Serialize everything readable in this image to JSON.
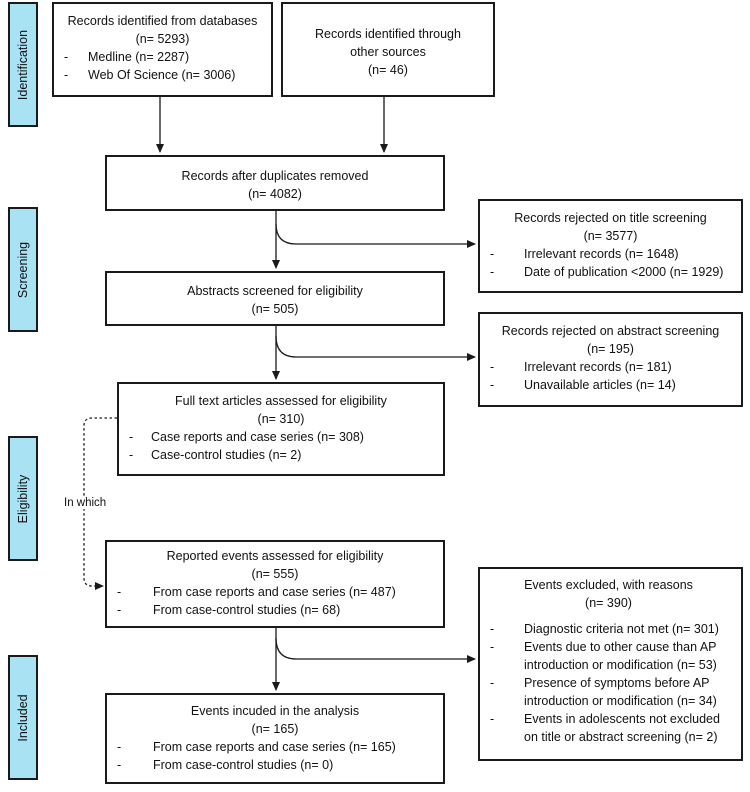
{
  "phases": [
    "Identification",
    "Screening",
    "Eligibility",
    "Included"
  ],
  "boxes": {
    "databases": {
      "lines": [
        "Records identified from databases",
        "(n= 5293)"
      ],
      "items": [
        "Medline (n= 2287)",
        "Web Of Science (n= 3006)"
      ]
    },
    "other_sources": {
      "lines": [
        "Records identified through",
        "other sources",
        "(n= 46)"
      ]
    },
    "after_duplicates": {
      "lines": [
        "Records after duplicates removed",
        "(n= 4082)"
      ]
    },
    "rejected_title": {
      "lines": [
        "Records rejected on title screening",
        "(n= 3577)"
      ],
      "items": [
        "Irrelevant records (n= 1648)",
        "Date of publication <2000 (n= 1929)"
      ]
    },
    "abstracts_screened": {
      "lines": [
        "Abstracts screened for eligibility",
        "(n= 505)"
      ]
    },
    "rejected_abstract": {
      "lines": [
        "Records rejected on abstract screening",
        "(n= 195)"
      ],
      "items": [
        "Irrelevant records (n= 181)",
        "Unavailable articles (n= 14)"
      ]
    },
    "full_text": {
      "lines": [
        "Full text articles assessed for eligibility",
        "(n= 310)"
      ],
      "items": [
        "Case reports and case series (n= 308)",
        "Case-control studies (n= 2)"
      ]
    },
    "reported_events": {
      "lines": [
        "Reported events assessed for eligibility",
        "(n= 555)"
      ],
      "items": [
        "From case reports and case series (n= 487)",
        "From case-control studies (n= 68)"
      ]
    },
    "events_excluded": {
      "lines": [
        "Events excluded, with reasons",
        "(n= 390)"
      ],
      "items": [
        "Diagnostic criteria not met (n= 301)",
        "Events due to other cause than AP introduction or modification (n= 53)",
        "Presence of symptoms before AP introduction or modification (n= 34)",
        "Events in adolescents not excluded on title or abstract screening (n= 2)"
      ]
    },
    "included": {
      "lines": [
        "Events incuded in the analysis",
        "(n= 165)"
      ],
      "items": [
        "From case reports and case series (n= 165)",
        "From case-control studies (n= 0)"
      ]
    }
  },
  "annotations": {
    "in_which": "In which"
  }
}
